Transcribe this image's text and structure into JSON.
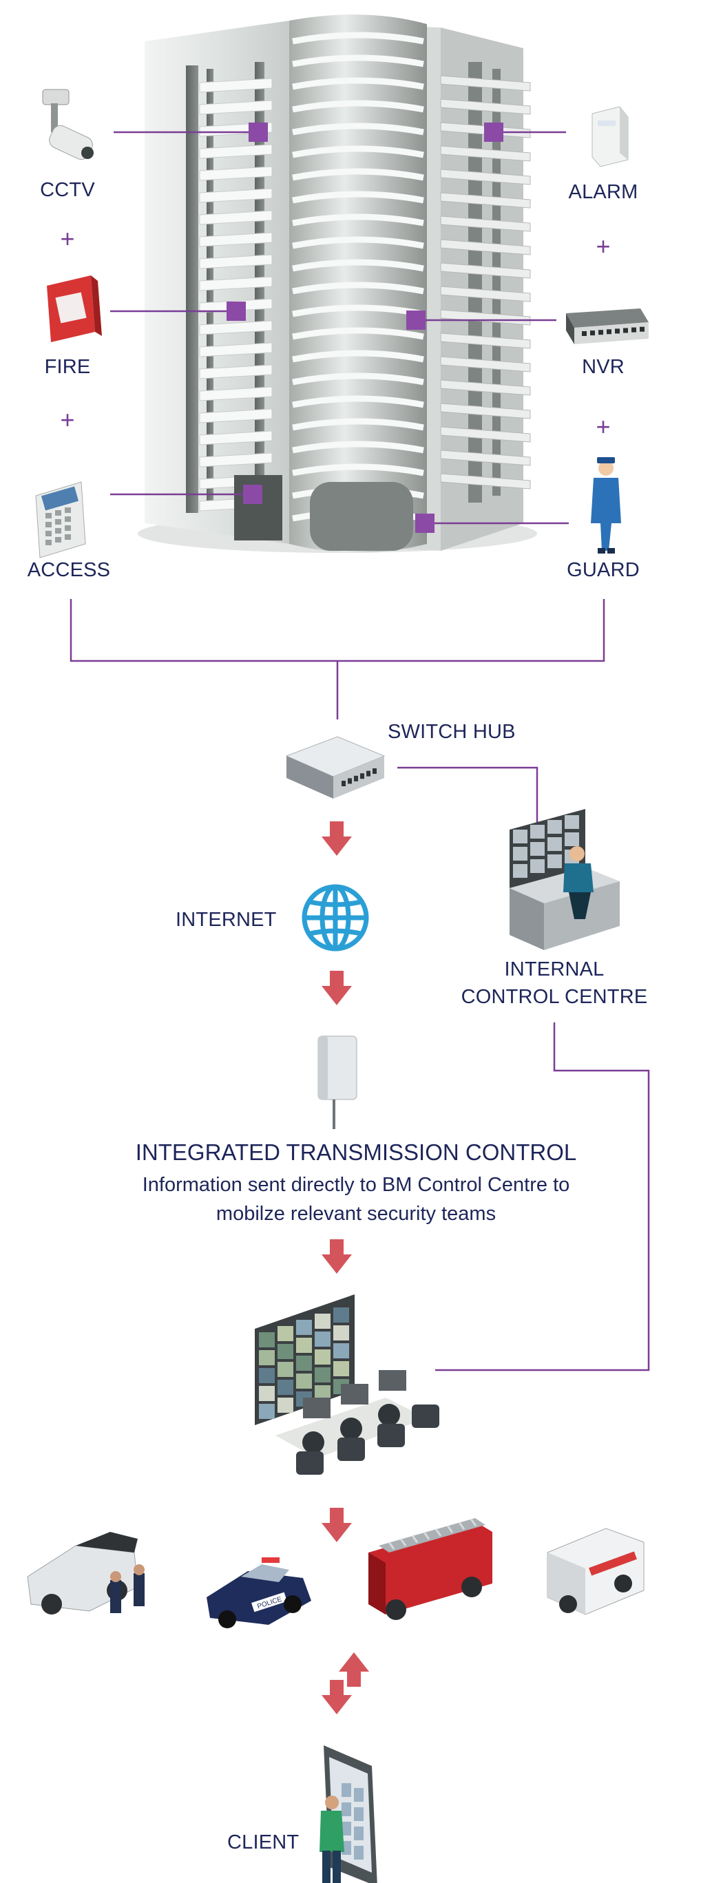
{
  "devices": {
    "cctv": "CCTV",
    "fire": "FIRE",
    "access": "ACCESS",
    "alarm": "ALARM",
    "nvr": "NVR",
    "guard": "GUARD"
  },
  "plus_sign": "+",
  "switch_hub": "SWITCH HUB",
  "internet": "INTERNET",
  "internal_control": {
    "line1": "INTERNAL",
    "line2": "CONTROL CENTRE"
  },
  "transmission": {
    "title": "INTEGRATED TRANSMISSION CONTROL",
    "line1": "Information sent directly to BM Control Centre to",
    "line2": "mobilze relevant security teams"
  },
  "client": "CLIENT",
  "police_label": "POLICE",
  "colors": {
    "connector": "#7a3d96",
    "node": "#8b4aa6",
    "arrow": "#d4545c",
    "text": "#1d2559",
    "globe": "#2a9fd6"
  }
}
